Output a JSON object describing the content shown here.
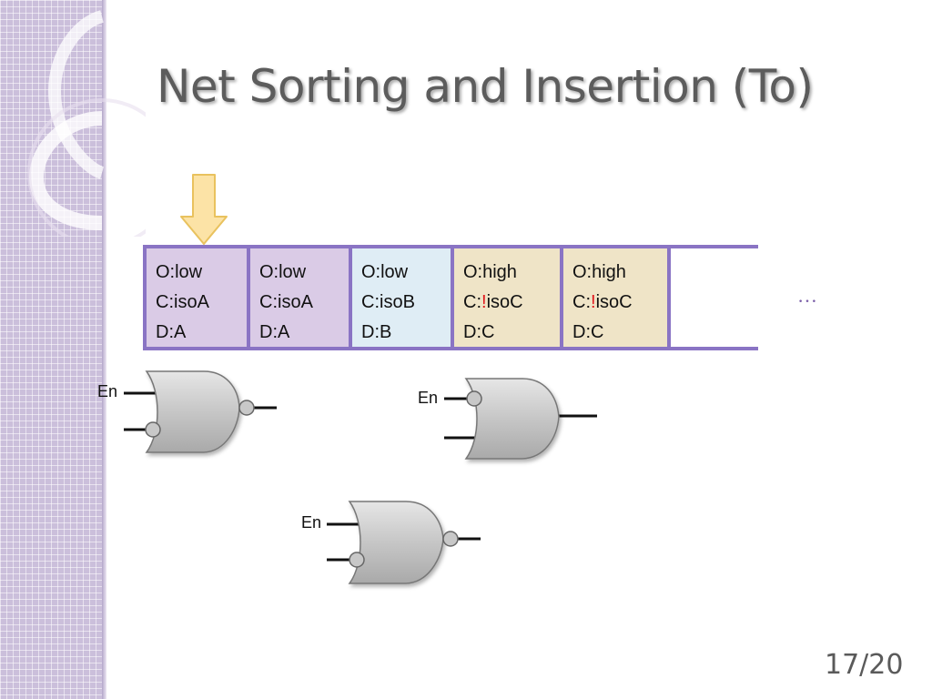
{
  "slide": {
    "title": "Net Sorting and Insertion (To)",
    "page_number": "17/20"
  },
  "net_list": {
    "cells": [
      {
        "o": "O:low",
        "c_prefix": "C:",
        "c_neg": "",
        "c_name": "isoA",
        "d": "D:A",
        "color": "#dacbe6"
      },
      {
        "o": "O:low",
        "c_prefix": "C:",
        "c_neg": "",
        "c_name": "isoA",
        "d": "D:A",
        "color": "#dacbe6"
      },
      {
        "o": "O:low",
        "c_prefix": "C:",
        "c_neg": "",
        "c_name": "isoB",
        "d": "D:B",
        "color": "#dfedf5"
      },
      {
        "o": "O:high",
        "c_prefix": "C:",
        "c_neg": "!",
        "c_name": "isoC",
        "d": "D:C",
        "color": "#efe4c7"
      },
      {
        "o": "O:high",
        "c_prefix": "C:",
        "c_neg": "!",
        "c_name": "isoC",
        "d": "D:C",
        "color": "#efe4c7"
      }
    ],
    "continuation": "…"
  },
  "gates": [
    {
      "input_label": "En"
    },
    {
      "input_label": "En"
    },
    {
      "input_label": "En"
    }
  ],
  "colors": {
    "accent_border": "#8a74c4",
    "arrow_fill": "#fce3a6",
    "arrow_stroke": "#e9c25e",
    "negation_mark": "#e0151b",
    "gate_fill": "#c9c9c9"
  }
}
